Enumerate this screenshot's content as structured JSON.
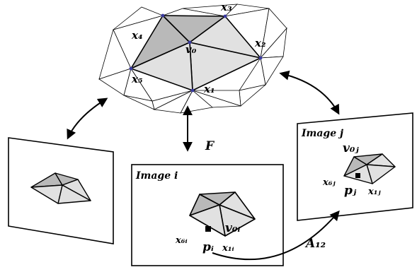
{
  "mesh": {
    "labels": {
      "x3": "x₃",
      "x4": "x₄",
      "v0": "v₀",
      "x2": "x₂",
      "x5": "x₅",
      "x1": "x₁"
    }
  },
  "projection": {
    "label": "F"
  },
  "image_i": {
    "title": "Image i",
    "labels": {
      "v0i": "v₀ᵢ",
      "x6i": "x₆ᵢ",
      "pi": "pᵢ",
      "x1i": "x₁ᵢ"
    }
  },
  "image_j": {
    "title": "Image j",
    "labels": {
      "v0j": "v₀ⱼ",
      "x6j": "x₆ⱼ",
      "pj": "pⱼ",
      "x1j": "x₁ⱼ"
    }
  },
  "transform": {
    "label": "A₁₂"
  },
  "colors": {
    "dark_face": "#b9b9b9",
    "light_face": "#e1e1e1",
    "vertex": "#3a3aa0",
    "stroke": "#000000"
  }
}
